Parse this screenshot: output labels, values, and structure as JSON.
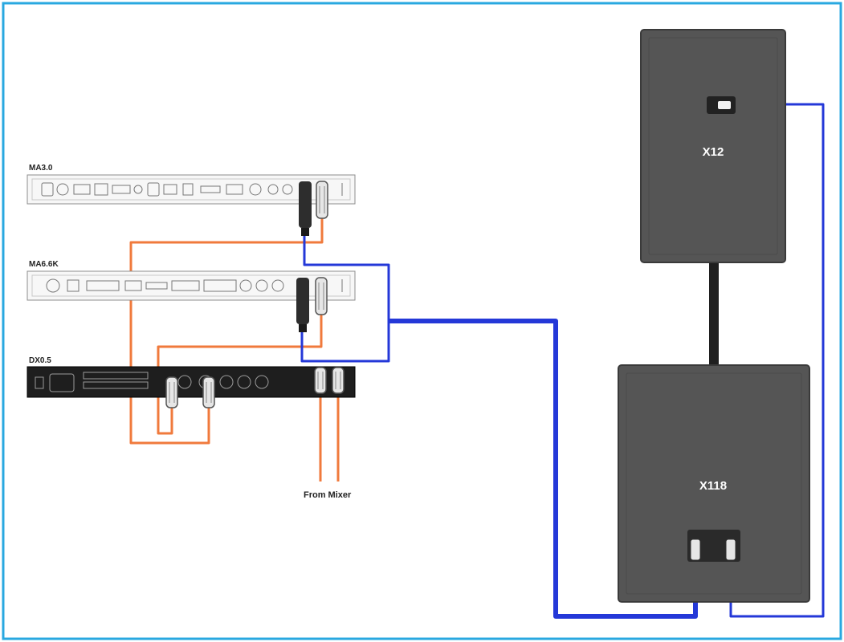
{
  "devices": {
    "ma30": {
      "label": "MA3.0"
    },
    "ma66k": {
      "label": "MA6.6K"
    },
    "dx05": {
      "label": "DX0.5"
    }
  },
  "speakers": {
    "top": {
      "label": "X12"
    },
    "sub": {
      "label": "X118"
    }
  },
  "caption": {
    "from_mixer": "From Mixer"
  },
  "colors": {
    "frame": "#29a8e0",
    "cable_orange": "#f07a3c",
    "cable_blue": "#2438d8",
    "speaker_body": "#555555",
    "rack_dark": "#1e1e1e"
  }
}
